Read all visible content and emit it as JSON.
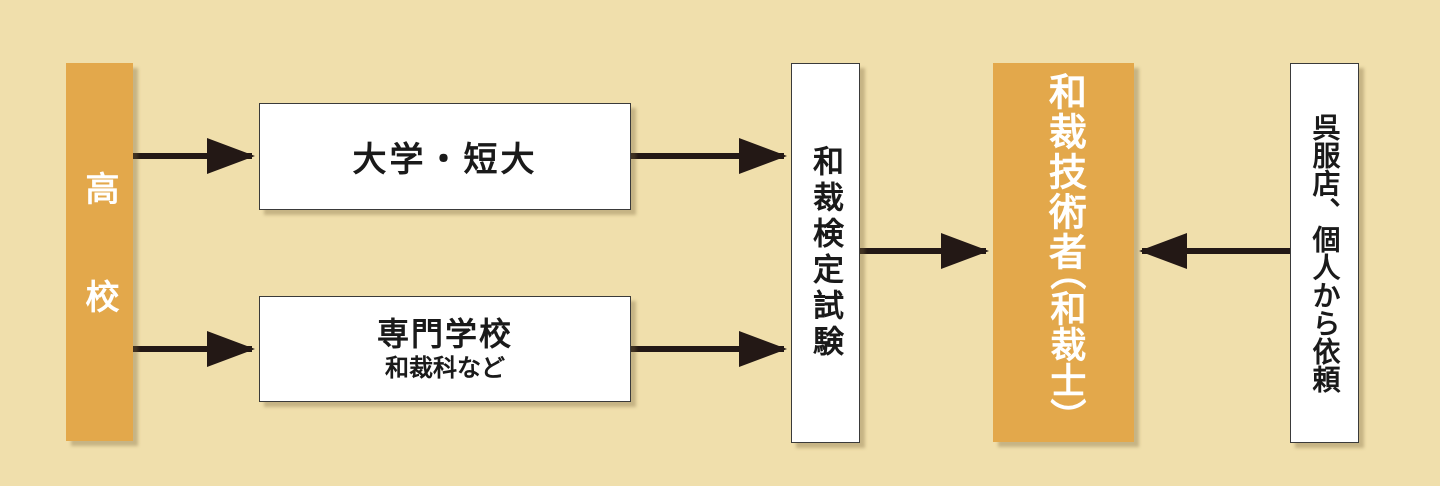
{
  "nodes": {
    "high_school": "高　校",
    "university": "大学・短大",
    "vocational": {
      "title": "専門学校",
      "subtitle": "和裁科など"
    },
    "exam": "和裁検定試験",
    "technician": {
      "title": "和裁技術者",
      "subtitle": "（和裁士）"
    },
    "kimono_shop": "呉服店、個人から依頼"
  },
  "colors": {
    "background": "#f0dfac",
    "orange_box": "#e3a84b",
    "arrow": "#231815"
  }
}
